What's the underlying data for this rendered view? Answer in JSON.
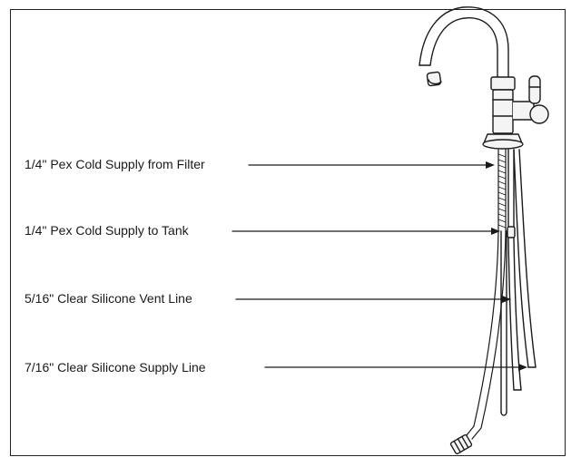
{
  "diagram": {
    "labels": {
      "pex_from_filter": "1/4\" Pex Cold Supply from Filter",
      "pex_to_tank": "1/4\" Pex Cold Supply to Tank",
      "vent_line": "5/16\" Clear Silicone Vent Line",
      "supply_line": "7/16\" Clear Silicone Supply Line"
    },
    "colors": {
      "line": "#1a1a1a",
      "faucet_fill": "#f4f4f4",
      "tube_fill": "#d9d9d9"
    }
  }
}
